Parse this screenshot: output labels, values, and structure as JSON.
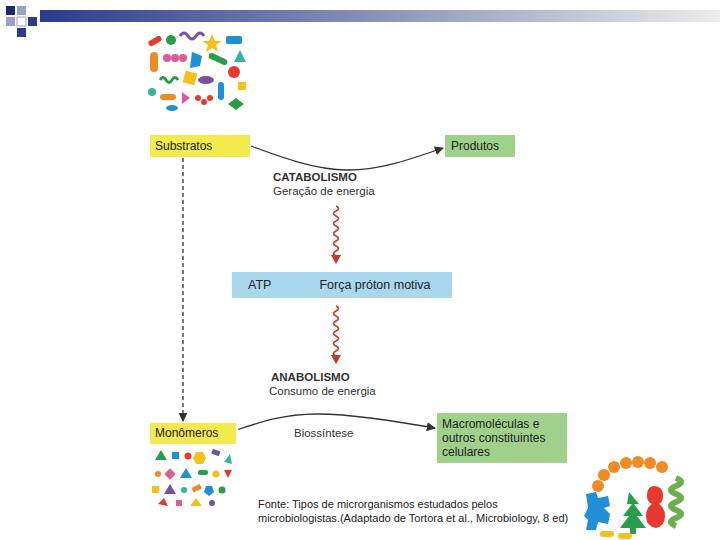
{
  "diagram": {
    "caption": "Fonte: Tipos de microrganismos estudados pelos microbiologistas.(Adaptado de Tortora et al., Microbiology, 8 ed)",
    "nodes": [
      {
        "text": [
          "Substratos"
        ]
      },
      {
        "text": [
          "Produtos"
        ]
      },
      {
        "text": [
          "ATP",
          "Força próton motiva"
        ]
      },
      {
        "text": [
          "Monômeros"
        ]
      },
      {
        "text": [
          "Macromoléculas e outros constituintes celulares"
        ]
      }
    ],
    "edges": [
      {
        "from": 0,
        "to": 1,
        "arrow": "to"
      },
      {
        "from": 0,
        "to": 3,
        "arrow": "to"
      },
      {
        "from": 3,
        "to": 4,
        "label": "Biossíntese",
        "arrow": "to"
      }
    ],
    "labels": [
      "CATABOLISMO",
      "Geração de energia",
      "ANABOLISMO",
      "Consumo de energia"
    ]
  }
}
